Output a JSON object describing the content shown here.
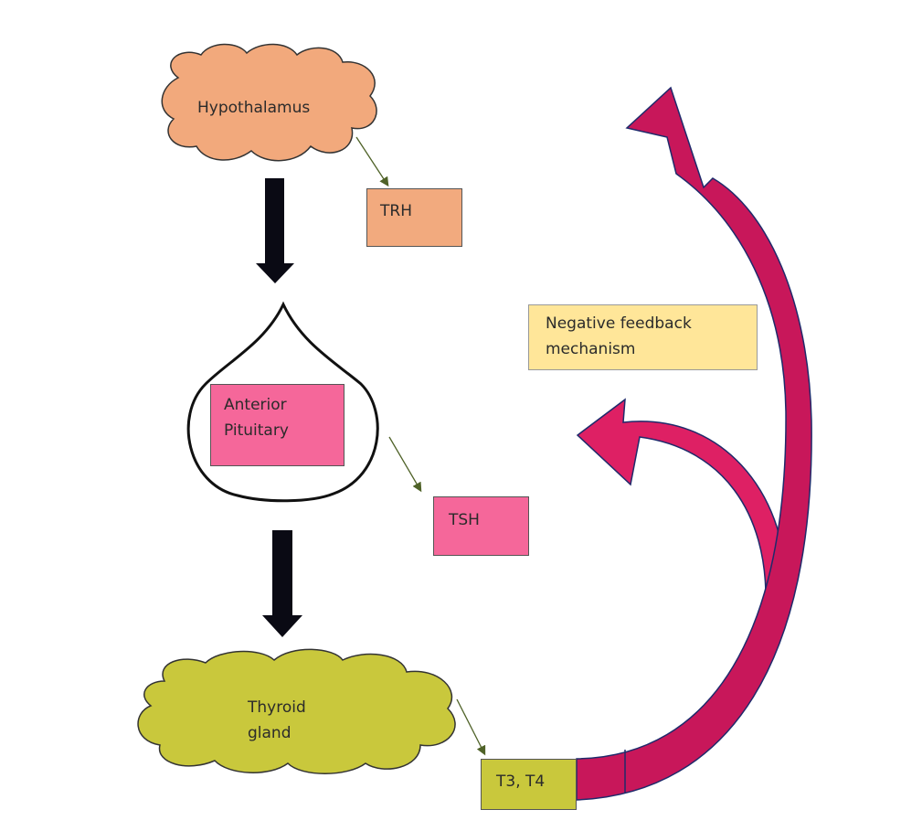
{
  "nodes": {
    "hypothalamus": "Hypothalamus",
    "trh": "TRH",
    "anterior_pituitary_line1": "Anterior",
    "anterior_pituitary_line2": "Pituitary",
    "tsh": "TSH",
    "thyroid_line1": "Thyroid",
    "thyroid_line2": "gland",
    "t3t4": "T3, T4",
    "feedback_line1": "Negative feedback",
    "feedback_line2": "mechanism"
  },
  "colors": {
    "hypothalamus": "#F2A97C",
    "pituitary": "#F5679A",
    "thyroid": "#C9C83C",
    "feedback_box": "#FFE699",
    "feedback_arrow": "#C8175A",
    "black_arrow": "#0a0a14",
    "connector": "#4F6228"
  }
}
